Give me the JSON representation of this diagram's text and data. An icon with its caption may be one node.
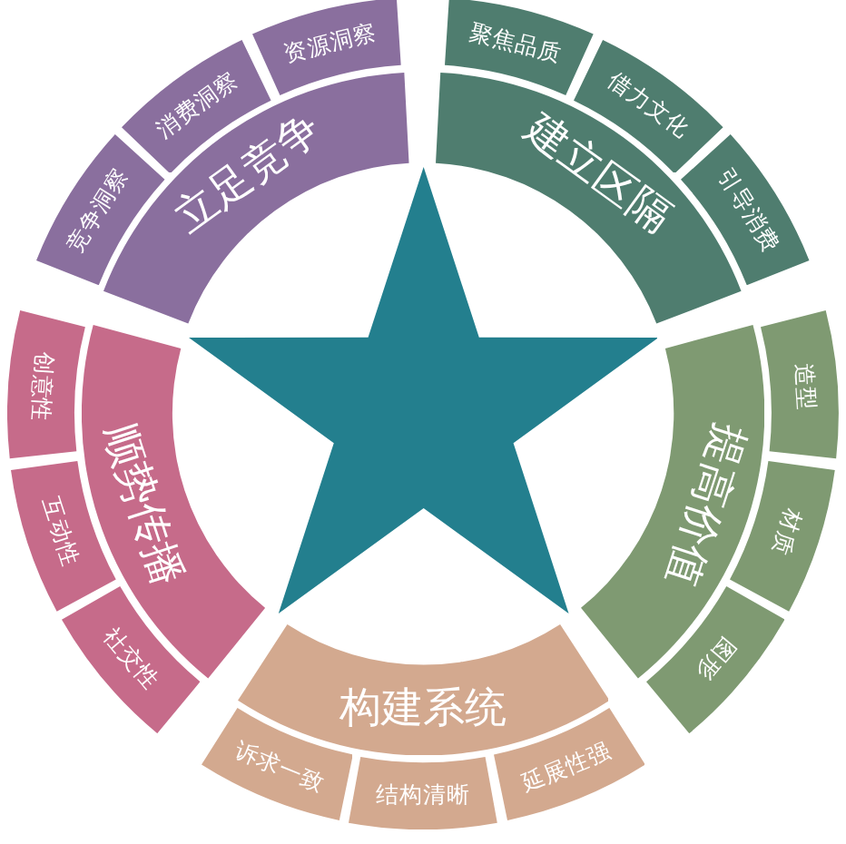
{
  "diagram": {
    "nodes": [
      {
        "text": [
          "立足竞争"
        ]
      },
      {
        "text": [
          "竞争洞察"
        ]
      },
      {
        "text": [
          "消费洞察"
        ]
      },
      {
        "text": [
          "资源洞察"
        ]
      },
      {
        "text": [
          "建立区隔"
        ]
      },
      {
        "text": [
          "聚焦品质"
        ]
      },
      {
        "text": [
          "借力文化"
        ]
      },
      {
        "text": [
          "引导消费"
        ]
      },
      {
        "text": [
          "提高价值"
        ]
      },
      {
        "text": [
          "造型"
        ]
      },
      {
        "text": [
          "材质"
        ]
      },
      {
        "text": [
          "图形"
        ]
      },
      {
        "text": [
          "构建系统"
        ]
      },
      {
        "text": [
          "诉求一致"
        ]
      },
      {
        "text": [
          "结构清晰"
        ]
      },
      {
        "text": [
          "延展性强"
        ]
      },
      {
        "text": [
          "顺势传播"
        ]
      },
      {
        "text": [
          "创意性"
        ]
      },
      {
        "text": [
          "互动性"
        ]
      },
      {
        "text": [
          "社交性"
        ]
      },
      {
        "text": [],
        "shape": "star"
      }
    ]
  }
}
